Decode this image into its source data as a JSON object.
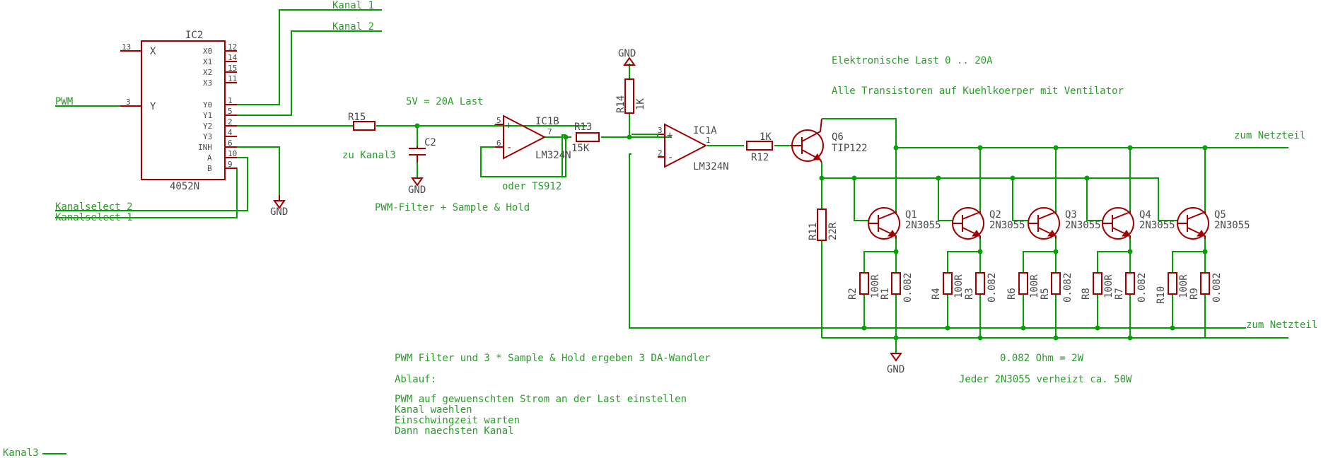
{
  "labels": {
    "kanal1": "Kanal 1",
    "kanal2": "Kanal 2",
    "kanal3": "Kanal3",
    "zu_kanal3": "zu Kanal3",
    "pwm": "PWM",
    "kanalselect1": "Kanalselect 1",
    "kanalselect2": "Kanalselect 2",
    "zum_netzteil_top": "zum Netzteil",
    "zum_netzteil_bottom": "zum Netzteil",
    "gnd": "GND"
  },
  "ic2": {
    "name": "IC2",
    "part": "4052N",
    "pins": {
      "x": "X",
      "y": "Y",
      "x0": "X0",
      "x1": "X1",
      "x2": "X2",
      "x3": "X3",
      "y0": "Y0",
      "y1": "Y1",
      "y2": "Y2",
      "y3": "Y3",
      "inh": "INH",
      "a": "A",
      "b": "B"
    },
    "pin_numbers": {
      "p13": "13",
      "p3": "3",
      "p12": "12",
      "p14": "14",
      "p15": "15",
      "p11": "11",
      "p1": "1",
      "p5": "5",
      "p2": "2",
      "p4": "4",
      "p6": "6",
      "p10": "10",
      "p9": "9"
    }
  },
  "filter": {
    "r15": "R15",
    "c2": "C2",
    "title": "5V = 20A Last",
    "caption": "PWM-Filter + Sample  & Hold"
  },
  "ic1b": {
    "name": "IC1B",
    "part": "LM324N",
    "alt": "oder TS912",
    "pin_plus": "5",
    "pin_minus": "6",
    "pin_out": "7"
  },
  "r13": {
    "name": "R13",
    "value": "15K"
  },
  "r14": {
    "name": "R14",
    "value": "1K"
  },
  "ic1a": {
    "name": "IC1A",
    "part": "LM324N",
    "pin_plus": "3",
    "pin_minus": "2",
    "pin_out": "1"
  },
  "r12": {
    "name": "R12",
    "value": "1K"
  },
  "q6": {
    "name": "Q6",
    "part": "TIP122"
  },
  "r11": {
    "name": "R11",
    "value": "22R"
  },
  "transistors": [
    {
      "name": "Q1",
      "part": "2N3055"
    },
    {
      "name": "Q2",
      "part": "2N3055"
    },
    {
      "name": "Q3",
      "part": "2N3055"
    },
    {
      "name": "Q4",
      "part": "2N3055"
    },
    {
      "name": "Q5",
      "part": "2N3055"
    }
  ],
  "resistor_pairs": [
    {
      "base_name": "R2",
      "base_value": "100R",
      "emit_name": "R1",
      "emit_value": "0.082"
    },
    {
      "base_name": "R4",
      "base_value": "100R",
      "emit_name": "R3",
      "emit_value": "0.082"
    },
    {
      "base_name": "R6",
      "base_value": "100R",
      "emit_name": "R5",
      "emit_value": "0.082"
    },
    {
      "base_name": "R8",
      "base_value": "100R",
      "emit_name": "R7",
      "emit_value": "0.082"
    },
    {
      "base_name": "R10",
      "base_value": "100R",
      "emit_name": "R9",
      "emit_value": "0.082"
    }
  ],
  "notes": {
    "title": "Elektronische Last 0 .. 20A",
    "cooling": "Alle Transistoren auf Kuehlkoerper mit Ventilator",
    "ohm": "0.082 Ohm = 2W",
    "power": "Jeder 2N3055 verheizt ca. 50W",
    "da1": "PWM Filter und 3 * Sample & Hold ergeben 3 DA-Wandler",
    "ablauf": "Ablauf:",
    "step1": "PWM auf gewuenschten Strom an der Last einstellen",
    "step2": "Kanal waehlen",
    "step3": "Einschwingzeit warten",
    "step4": "Dann naechsten Kanal"
  },
  "colors": {
    "wire": "#00a000",
    "symbol": "#a00000",
    "label": "#2a9d2a",
    "background": "#ffffff"
  }
}
